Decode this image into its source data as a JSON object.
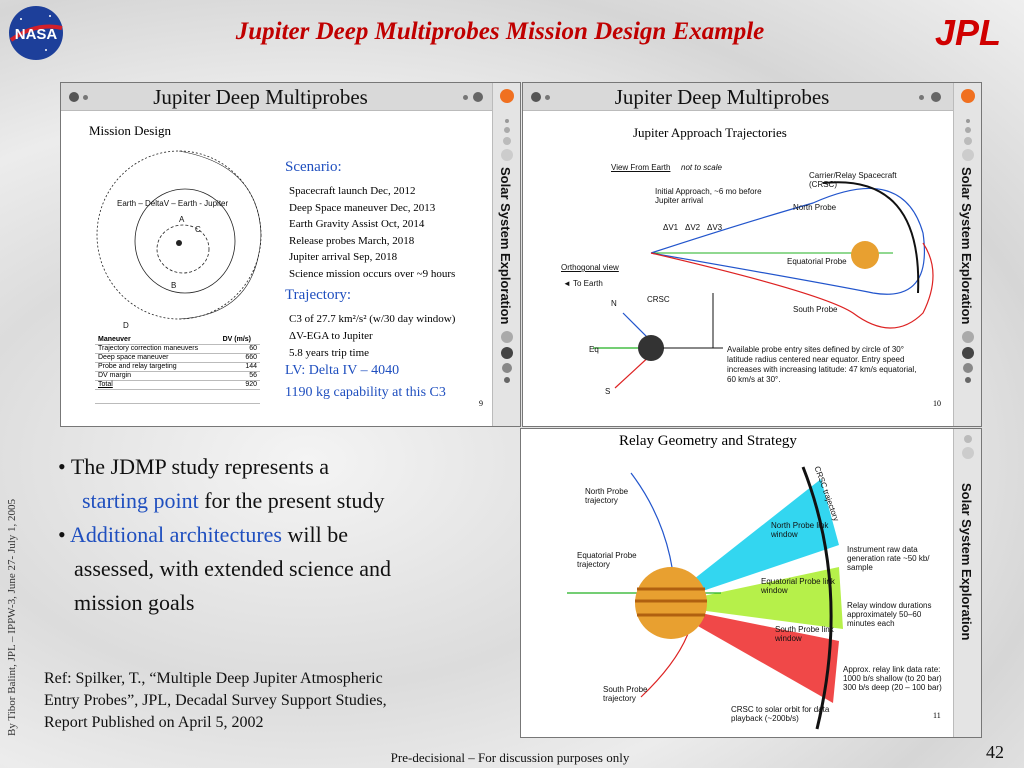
{
  "header": {
    "title": "Jupiter Deep Multiprobes Mission Design Example",
    "nasa_logo": "NASA",
    "jpl_logo": "JPL"
  },
  "sidebar_author": "By Tibor Balint, JPL – IPPW-3, June  27- July 1, 2005",
  "panel1": {
    "title": "Jupiter Deep Multiprobes",
    "subtitle": "Mission Design",
    "side_label": "Solar System Exploration",
    "diagram_label": "Earth – DeltaV – Earth - Jupiter",
    "points": {
      "a": "A",
      "b": "B",
      "c": "C",
      "d": "D"
    },
    "scenario_heading": "Scenario:",
    "scenario": [
      "Spacecraft launch Dec, 2012",
      "Deep Space maneuver Dec, 2013",
      "Earth Gravity Assist Oct, 2014",
      "Release probes March, 2018",
      "Jupiter arrival Sep, 2018",
      "Science mission occurs over ~9 hours"
    ],
    "trajectory_heading": "Trajectory:",
    "trajectory": [
      "C3 of 27.7 km²/s² (w/30 day window)",
      "ΔV-EGA to Jupiter",
      "5.8 years trip time"
    ],
    "lv": "LV: Delta IV – 4040",
    "capability": "1190 kg capability at this C3",
    "table": {
      "headers": [
        "Maneuver",
        "DV (m/s)"
      ],
      "rows": [
        [
          "Trajectory correction maneuvers",
          "60"
        ],
        [
          "Deep space maneuver",
          "660"
        ],
        [
          "Probe and relay targeting",
          "144"
        ],
        [
          "DV margin",
          "56"
        ],
        [
          "Total",
          "920"
        ]
      ]
    },
    "page": "9"
  },
  "panel2": {
    "title": "Jupiter Deep Multiprobes",
    "subtitle": "Jupiter Approach Trajectories",
    "side_label": "Solar System Exploration",
    "view_from_earth": "View From Earth",
    "not_to_scale": "not to scale",
    "initial_approach": "Initial Approach, ~6 mo before Jupiter arrival",
    "carrier": "Carrier/Relay Spacecraft (CRSC)",
    "north_probe": "North Probe",
    "equatorial_probe": "Equatorial Probe",
    "south_probe": "South Probe",
    "dv_labels": [
      "ΔV1",
      "ΔV2",
      "ΔV3"
    ],
    "orthogonal_view": "Orthogonal view",
    "to_earth": "◄ To Earth",
    "n": "N",
    "eq": "Eq",
    "s": "S",
    "crsc": "CRSC",
    "note": "Available probe entry sites defined by circle of 30° latitude radius centered near equator. Entry speed increases with increasing latitude: 47 km/s equatorial, 60 km/s at 30°.",
    "page": "10"
  },
  "panel3": {
    "title": "Relay Geometry and Strategy",
    "side_label": "Solar System Exploration",
    "north_traj": "North Probe trajectory",
    "equatorial_traj": "Equatorial Probe trajectory",
    "south_traj": "South Probe trajectory",
    "crsc_traj": "CRSC trajectory",
    "north_window": "North Probe link window",
    "equatorial_window": "Equatorial Probe link window",
    "south_window": "South Probe link window",
    "instrument": "Instrument raw data generation rate  ~50 kb/ sample",
    "relay_durations": "Relay window durations approximately 50–60 minutes each",
    "link_rate": "Approx. relay link data rate: 1000 b/s shallow (to 20 bar) 300 b/s deep (20 – 100 bar)",
    "crsc_orbit": "CRSC to solar orbit for data playback (~200b/s)",
    "page": "11"
  },
  "bullets": {
    "b1_pre": "The JDMP study represents a",
    "b1_hl": "starting point",
    "b1_post": "for the present study",
    "b2_hl": "Additional architectures",
    "b2_post": "will be",
    "b2_line2": "assessed, with extended science and",
    "b2_line3": "mission goals"
  },
  "reference": [
    "Ref: Spilker, T., “Multiple Deep Jupiter Atmospheric",
    "Entry Probes”, JPL, Decadal Survey Support Studies,",
    "Report Published on April 5, 2002"
  ],
  "footer": "Pre-decisional – For discussion purposes only",
  "slide_number": "42",
  "colors": {
    "title_red": "#c00000",
    "highlight_blue": "#1f4fbf",
    "north_cyan": "#33d6f0",
    "equatorial_green": "#b6f04a",
    "south_red": "#f04848"
  }
}
